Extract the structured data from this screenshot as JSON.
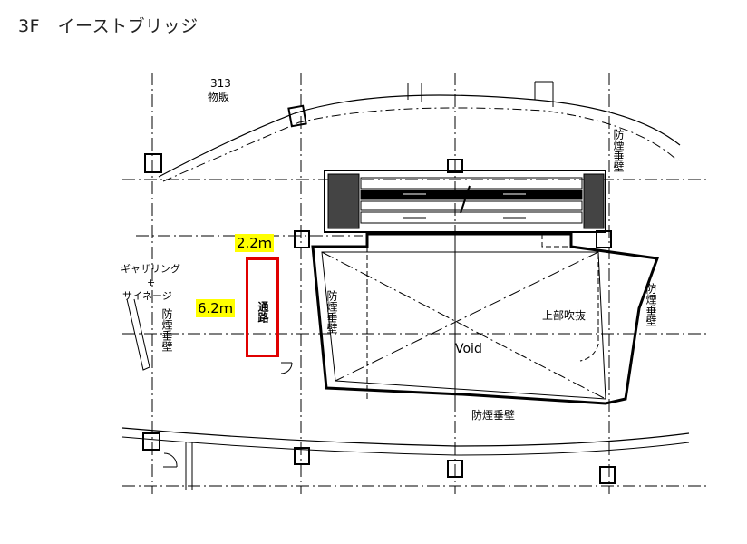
{
  "title": "3F　イーストブリッジ",
  "labels": {
    "room_number": "313",
    "room_name": "物販",
    "gathering": "ギャザリング",
    "plus": "+",
    "signage": "サイネージ",
    "left_wall": "防煙垂壁",
    "passage": "通路",
    "void_left_wall": "防煙垂壁",
    "upper_void": "上部吹抜",
    "void": "Void",
    "bottom_wall": "防煙垂壁",
    "right_wall": "防煙垂壁",
    "top_right_wall": "防煙垂壁"
  },
  "dimensions": {
    "width": "2.2ｍ",
    "length": "6.2ｍ"
  },
  "colors": {
    "highlight": "#ffff00",
    "passage_box": "#e00000",
    "line": "#000000"
  }
}
